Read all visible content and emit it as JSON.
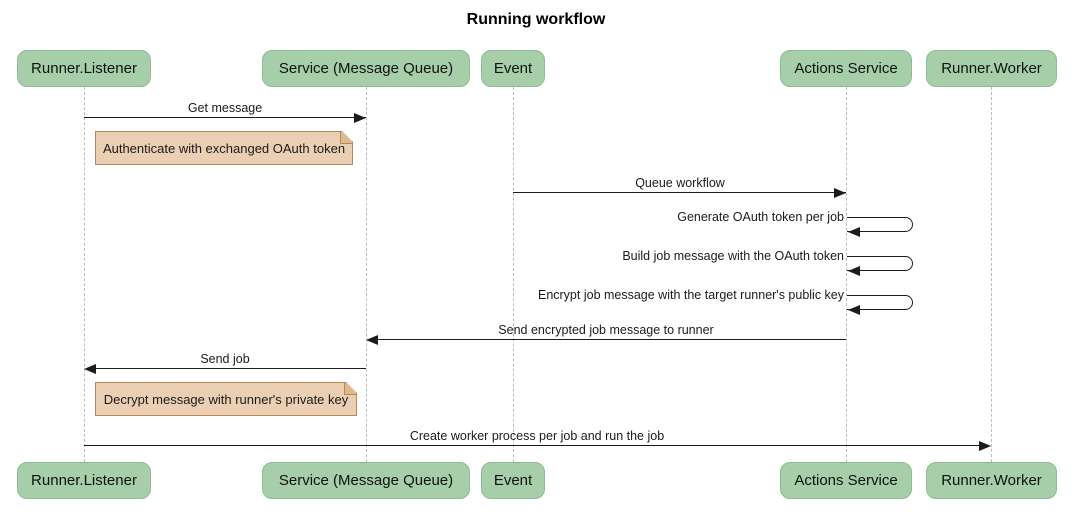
{
  "title": "Running workflow",
  "actors": [
    {
      "id": "runner-listener",
      "label": "Runner.Listener"
    },
    {
      "id": "service-message-queue",
      "label": "Service (Message Queue)"
    },
    {
      "id": "event",
      "label": "Event"
    },
    {
      "id": "actions-service",
      "label": "Actions Service"
    },
    {
      "id": "runner-worker",
      "label": "Runner.Worker"
    }
  ],
  "messages": [
    {
      "label": "Get message",
      "from": "Runner.Listener",
      "to": "Service (Message Queue)",
      "type": "arrow-right"
    },
    {
      "label": "Queue workflow",
      "from": "Event",
      "to": "Actions Service",
      "type": "arrow-right"
    },
    {
      "label": "Generate OAuth token per job",
      "from": "Actions Service",
      "to": "Actions Service",
      "type": "self-loop"
    },
    {
      "label": "Build job message with the OAuth token",
      "from": "Actions Service",
      "to": "Actions Service",
      "type": "self-loop"
    },
    {
      "label": "Encrypt job message with the target runner's public key",
      "from": "Actions Service",
      "to": "Actions Service",
      "type": "self-loop"
    },
    {
      "label": "Send encrypted job message to runner",
      "from": "Actions Service",
      "to": "Service (Message Queue)",
      "type": "arrow-left"
    },
    {
      "label": "Send job",
      "from": "Service (Message Queue)",
      "to": "Runner.Listener",
      "type": "arrow-left"
    },
    {
      "label": "Create worker process per job and run the job",
      "from": "Runner.Listener",
      "to": "Runner.Worker",
      "type": "arrow-right"
    }
  ],
  "notes": [
    {
      "label": "Authenticate with exchanged OAuth token",
      "attached_to": "Runner.Listener"
    },
    {
      "label": "Decrypt message with runner's private key",
      "attached_to": "Runner.Listener"
    }
  ],
  "colors": {
    "actor_fill": "#A5CEA9",
    "actor_border": "#8CBD92",
    "note_fill": "#EBCFB2",
    "note_border": "#B6885A",
    "lifeline": "#BBBBBB",
    "message_ink": "#1B1B1B"
  }
}
